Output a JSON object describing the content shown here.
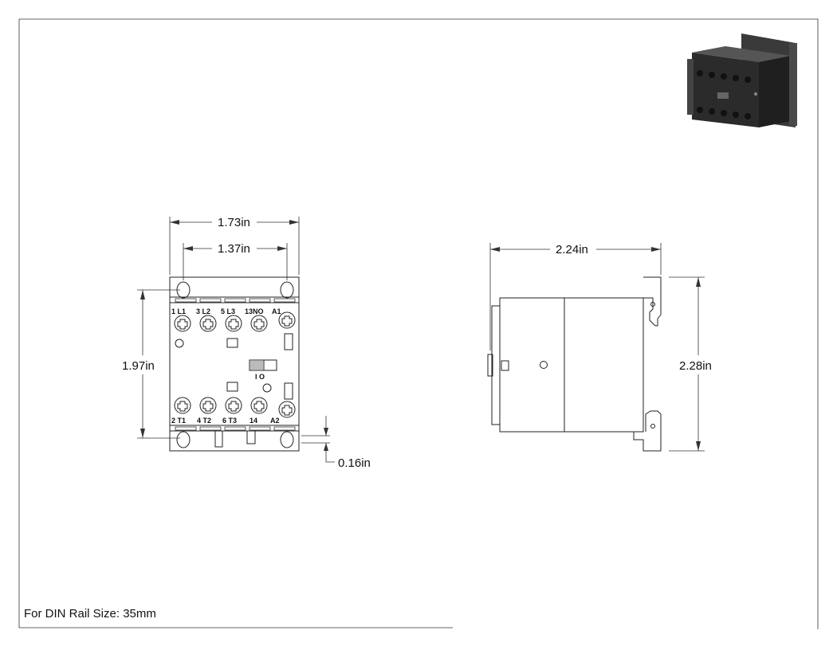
{
  "dimensions": {
    "front_width": "1.73in",
    "front_inner_width": "1.37in",
    "front_height": "1.97in",
    "rail_offset": "0.16in",
    "side_depth": "2.24in",
    "side_height": "2.28in"
  },
  "terminals": {
    "top": [
      "1 L1",
      "3 L2",
      "5 L3",
      "13NO",
      "A1"
    ],
    "bottom": [
      "2 T1",
      "4 T2",
      "6 T3",
      "14",
      "A2"
    ]
  },
  "indicator": "I O",
  "note": "For DIN Rail Size: 35mm"
}
